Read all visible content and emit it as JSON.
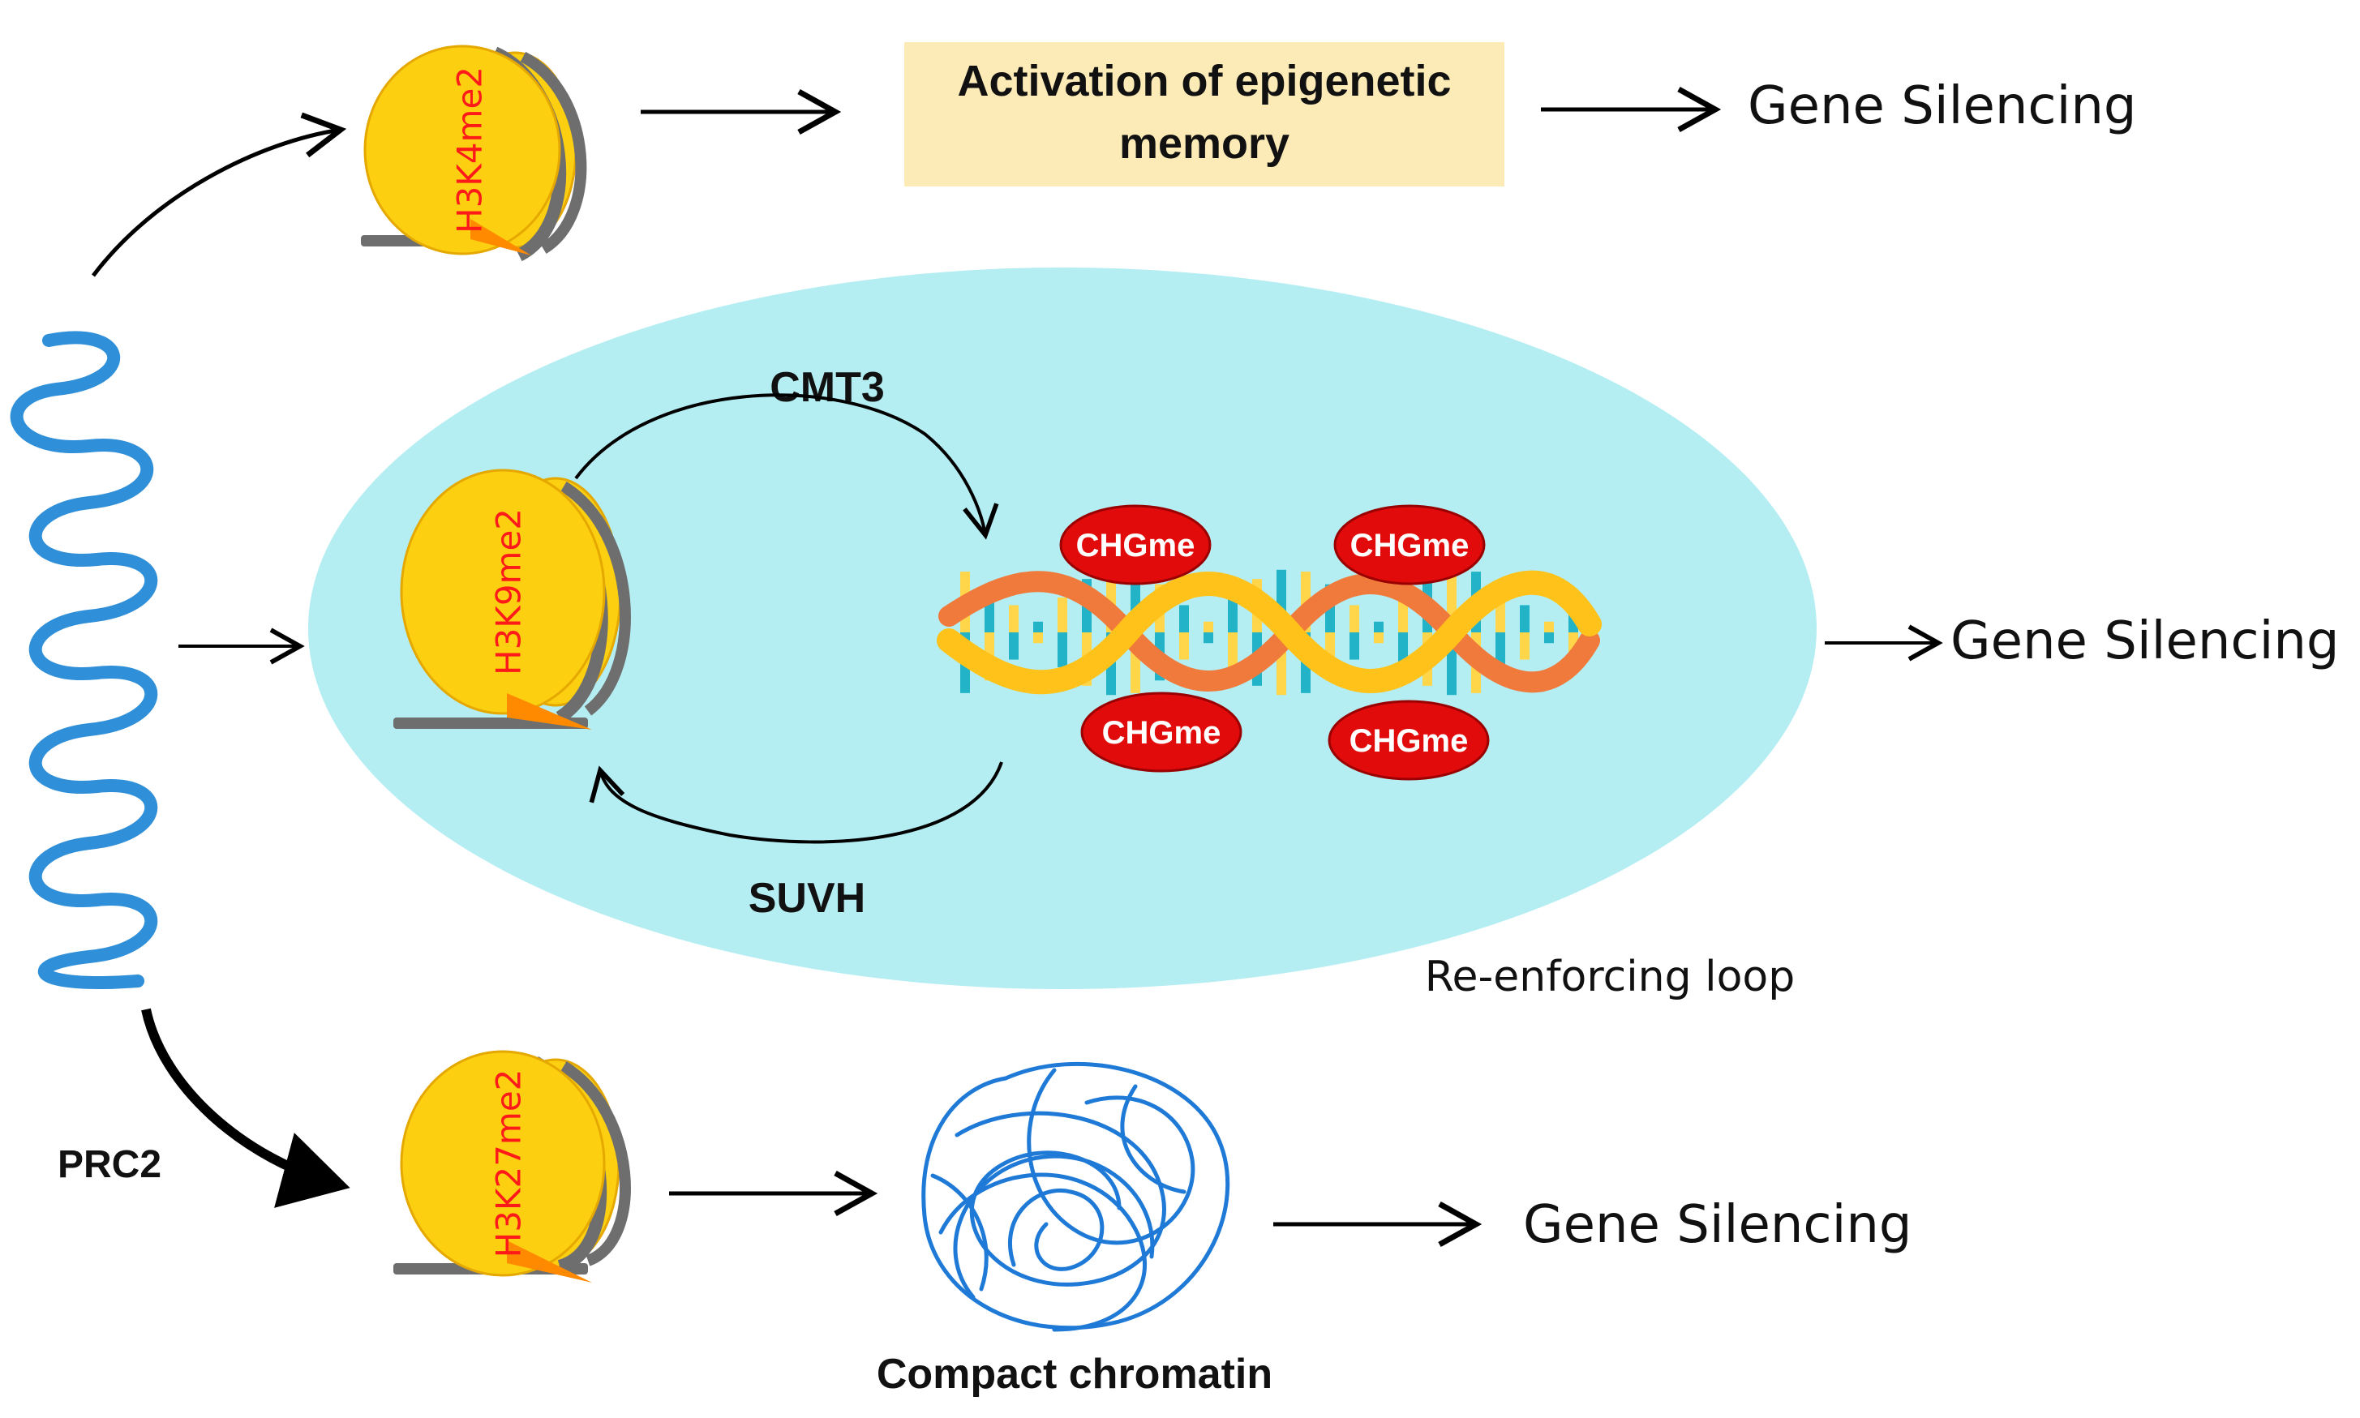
{
  "nucleosomes": {
    "top": {
      "mark": "H3K4me2"
    },
    "middle": {
      "mark": "H3K9me2"
    },
    "bottom": {
      "mark": "H3K27me2"
    }
  },
  "top_row": {
    "box_line1": "Activation of epigenetic",
    "box_line2": "memory",
    "outcome": "Gene Silencing"
  },
  "middle_row": {
    "enzyme_top": "CMT3",
    "enzyme_bottom": "SUVH",
    "methyl_labels": [
      "CHGme",
      "CHGme",
      "CHGme",
      "CHGme"
    ],
    "loop_label": "Re-enforcing loop",
    "outcome": "Gene Silencing"
  },
  "bottom_row": {
    "complex": "PRC2",
    "chromatin_label": "Compact chromatin",
    "outcome": "Gene Silencing"
  },
  "colors": {
    "nucleosome": "#fdcf11",
    "nucleosome_edge": "#e5a800",
    "dna_strand": "#6e6e6e",
    "tail": "#ff8a00",
    "mark_text": "#ff1a1a",
    "box_fill": "#fcebb6",
    "loop_fill": "#b4eef2",
    "chg_fill": "#e10b0b",
    "rna": "#2f8fd8",
    "chromatin": "#1e7ad6",
    "helix_strand": "#ffc21a",
    "helix_strand2": "#f07a3c",
    "bp_blue": "#23b3c9",
    "bp_yellow": "#ffd54a"
  }
}
